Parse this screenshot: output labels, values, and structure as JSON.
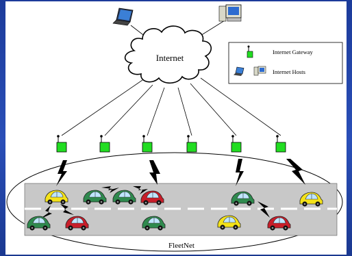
{
  "cloud_label": "Internet",
  "network_label": "FleetNet",
  "legend": {
    "items": [
      {
        "icon": "gateway-icon",
        "label": "Internet Gateway"
      },
      {
        "icon": "hosts-icon",
        "label": "Internet Hosts"
      }
    ]
  },
  "colors": {
    "slide_bg": "#1c3b9a",
    "gateway": "#22dd22",
    "road": "#c8c8c8",
    "car_yellow": "#f4e21a",
    "car_green": "#2f8a4e",
    "car_red": "#c81e2a",
    "lightning": "#000000"
  }
}
